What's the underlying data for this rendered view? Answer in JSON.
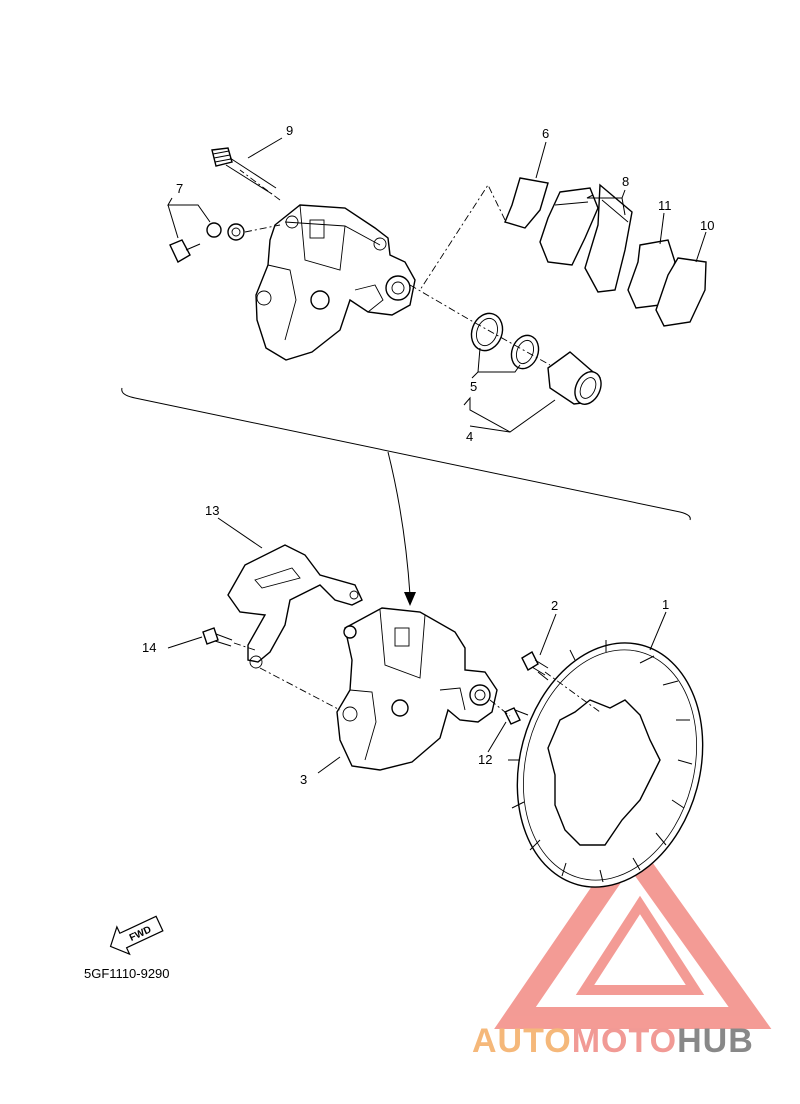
{
  "callouts": [
    "1",
    "2",
    "3",
    "4",
    "5",
    "6",
    "7",
    "8",
    "9",
    "10",
    "11",
    "12",
    "13",
    "14"
  ],
  "diagram_code": "5GF1110-9290",
  "fwd_label": "FWD",
  "watermark": {
    "part1": "AUTO",
    "part2": "MOTO",
    "part3": "HUB",
    "color1": "#f5b87a",
    "color2": "#f19a95",
    "color3": "#888888",
    "logo_color": "#f07a72"
  }
}
